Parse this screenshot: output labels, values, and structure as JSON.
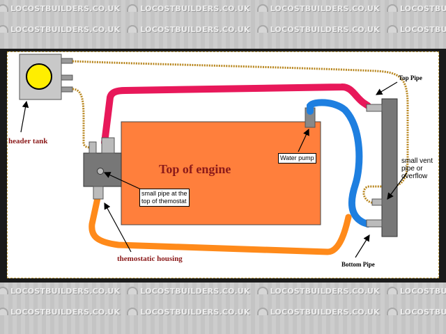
{
  "watermark": {
    "text": "LOCOSTBUILDERS.CO.UK"
  },
  "diagram": {
    "engine_label": "Top of engine",
    "water_pump_label": "Water pump",
    "small_pipe_label_line1": "small pipe at the",
    "small_pipe_label_line2": "top of themostat",
    "header_tank_label": "header tank",
    "thermostat_label": "themostatic housing",
    "top_pipe_label": "Top Pipe",
    "bottom_pipe_label": "Bottom Pipe",
    "vent_label_line1": "small vent",
    "vent_label_line2": "pipe or",
    "vent_label_line3": "overflow"
  },
  "colors": {
    "engine_fill": "#ff7f3c",
    "hot_pipe": "#e8185a",
    "pump_pipe": "#1e7fe0",
    "return_pipe": "#ff8a1a",
    "vent_pipe": "#b8861e",
    "radiator": "#777777",
    "tank_ball": "#ffee00",
    "label_red": "#8b1a1a"
  }
}
